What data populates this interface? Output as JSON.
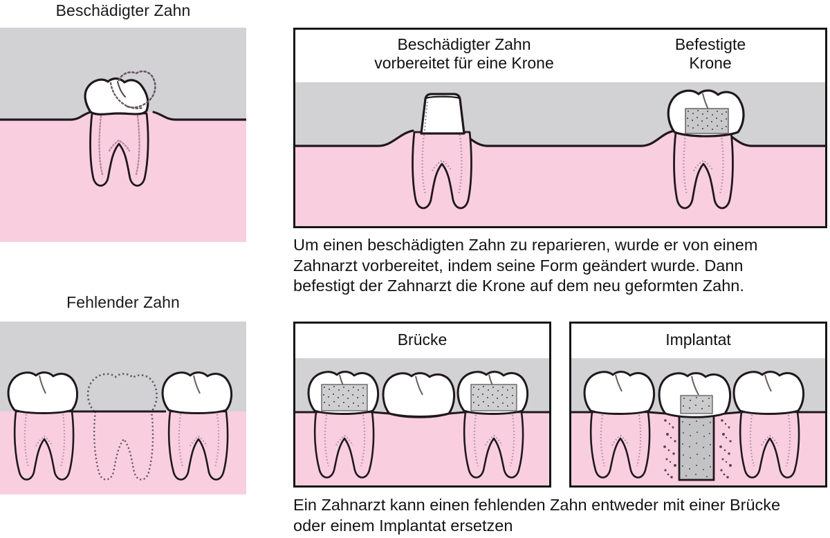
{
  "figure": {
    "language": "de",
    "topic": "Dental crown, bridge and implant restorations"
  },
  "colors": {
    "gum_pink": "#f9cfe0",
    "mouth_gray": "#d2d2d4",
    "tooth_white": "#ffffff",
    "outline_black": "#151515",
    "stipple_gray": "#8a8a8a",
    "text_black": "#141414"
  },
  "left_column": {
    "damaged": {
      "heading": "Beschädigter Zahn",
      "illustration": "single molar with dotted outline showing the broken-away portion, set in pink gum against gray oral cavity"
    },
    "missing": {
      "heading": "Fehlender Zahn",
      "illustration": "three tooth positions where the middle tooth and its roots are drawn only as a dotted outline, indicating it is absent"
    }
  },
  "crown_panel": {
    "titles": [
      {
        "label": "Beschädigter Zahn\nvorbereitet für eine Krone"
      },
      {
        "label": "Befestigte\nKrone"
      }
    ],
    "illustrations": [
      "molar root with the visible portion ground down into a tapered trapezoidal stump above the gum line",
      "finished crown seated over the prepared stump, the hidden stump shown as a stippled rectangle"
    ]
  },
  "crown_paragraph": "Um einen beschädigten Zahn zu reparieren, wurde er von einem Zahnarzt vorbereitet, indem seine Form geändert wurde. Dann befestigt der Zahnarzt die Krone auf dem neu geformten Zahn.",
  "bottom_panels": [
    {
      "title": "Brücke",
      "illustration": "two abutment teeth prepared and crowned (stippled blocks) carrying a middle pontic tooth that has no root"
    },
    {
      "title": "Implantat",
      "illustration": "middle position restored with a cylindrical implant post anchored in stippled bone, supporting a crown"
    }
  ],
  "bottom_paragraph": "Ein Zahnarzt kann einen fehlenden Zahn entweder mit einer Brücke oder einem Implantat ersetzen"
}
